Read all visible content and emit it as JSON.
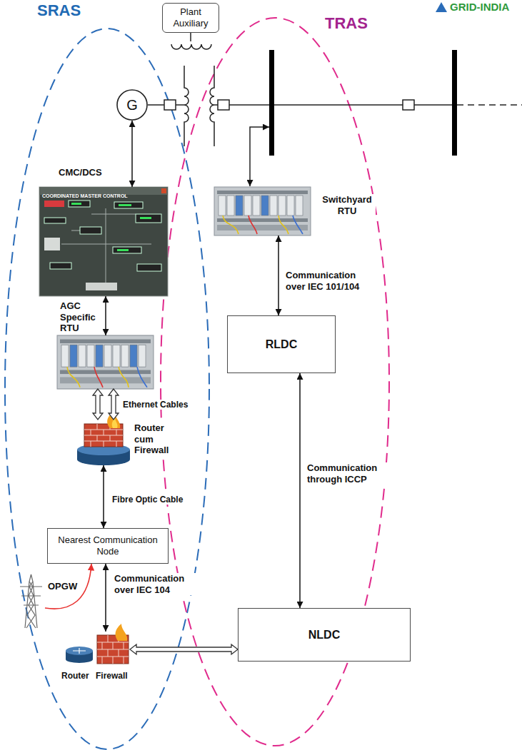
{
  "diagram": {
    "nodes": [
      {
        "text": [
          "Plant Auxiliary"
        ]
      },
      {
        "text": [
          "G"
        ]
      },
      {
        "text": [
          "Switchyard RTU"
        ]
      },
      {
        "text": [
          "COORDINATED MASTER CONTROL"
        ]
      },
      {
        "text": [
          "RLDC"
        ]
      },
      {
        "text": [
          "AGC Specific RTU"
        ]
      },
      {
        "text": [
          "Router cum Firewall"
        ]
      },
      {
        "text": [
          "Nearest Communication Node"
        ]
      },
      {
        "text": [
          "OPGW"
        ]
      },
      {
        "text": [
          "Router",
          "Firewall"
        ]
      },
      {
        "text": [
          "NLDC"
        ]
      }
    ],
    "edges": [
      {
        "from": 1,
        "to": 3,
        "label": "CMC/DCS",
        "arrow": "both"
      },
      {
        "from": 3,
        "to": 5,
        "arrow": "both"
      },
      {
        "from": 5,
        "to": 6,
        "label": "Ethernet Cables",
        "arrow": "both"
      },
      {
        "from": 6,
        "to": 7,
        "label": "Fibre Optic Cable",
        "arrow": "both"
      },
      {
        "from": 7,
        "to": 9,
        "label": "Communication over IEC 104",
        "arrow": "both"
      },
      {
        "from": 8,
        "to": 7,
        "arrow": "to"
      },
      {
        "from": 9,
        "to": 10,
        "arrow": "both"
      },
      {
        "from": 2,
        "to": 4,
        "label": "Communication over IEC 101/104",
        "arrow": "both"
      },
      {
        "from": 4,
        "to": 10,
        "label": "Communication through ICCP",
        "arrow": "both"
      }
    ],
    "labels": [
      "SRAS",
      "TRAS",
      "GRID-INDIA"
    ]
  }
}
